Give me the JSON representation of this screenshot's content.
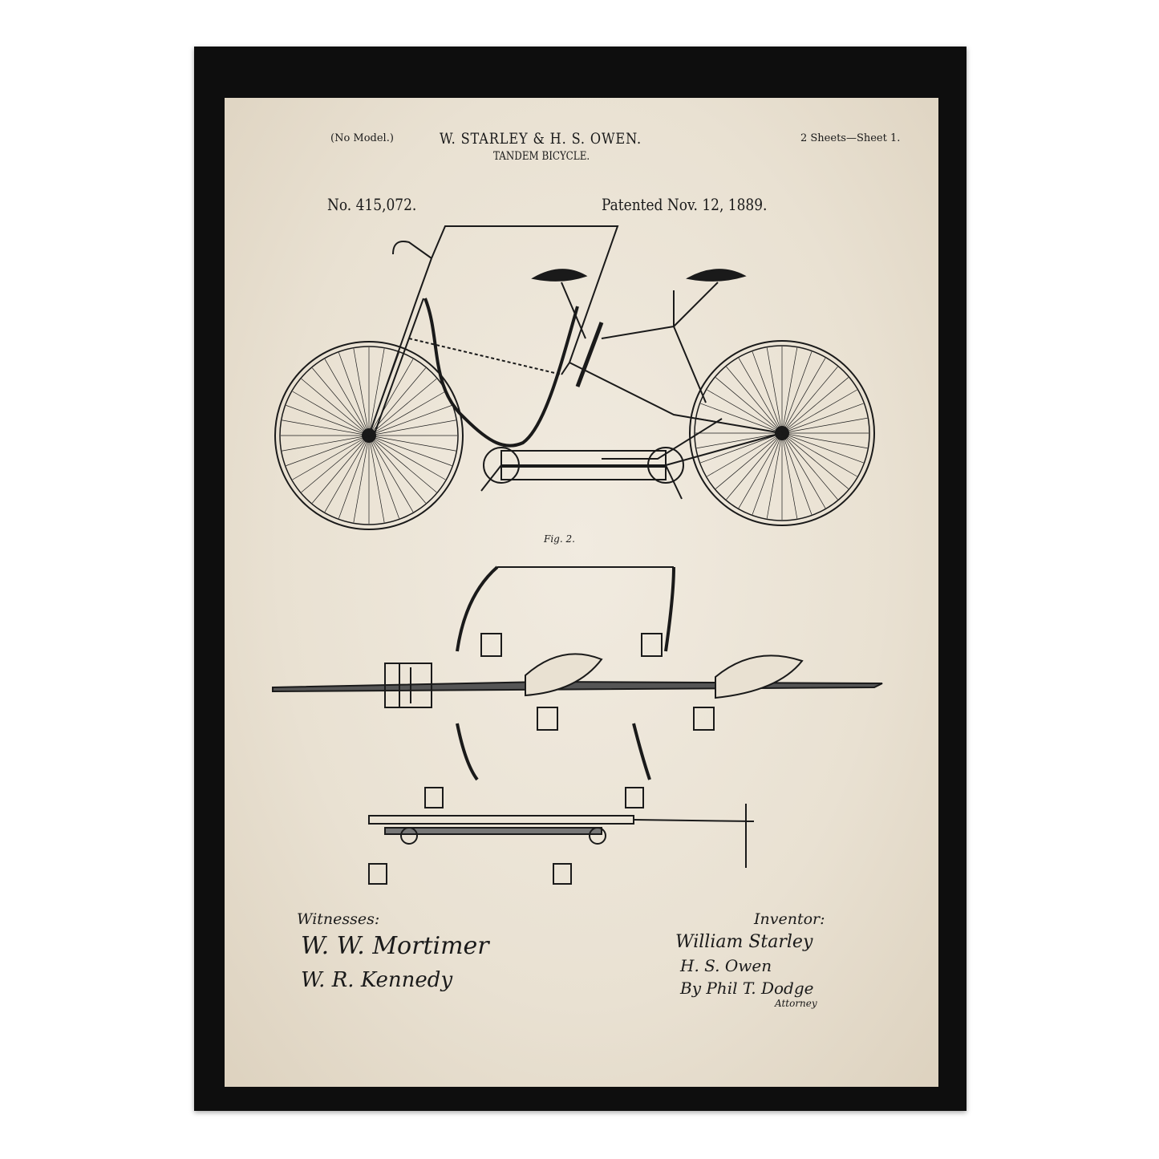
{
  "header": {
    "model_note": "(No Model.)",
    "sheets": "2 Sheets—Sheet 1.",
    "inventors": "W. STARLEY & H. S. OWEN.",
    "title": "TANDEM BICYCLE.",
    "patent_number": "No. 415,072.",
    "patent_date": "Patented Nov. 12, 1889."
  },
  "figures": {
    "fig2_label": "Fig. 2."
  },
  "footer": {
    "witnesses_label": "Witnesses:",
    "witness_1": "W. W. Mortimer",
    "witness_2": "W. R. Kennedy",
    "inventor_label": "Inventor:",
    "inventor_1": "William Starley",
    "inventor_2": "H. S. Owen",
    "attorney": "By Phil T. Dodge",
    "attorney_label": "Attorney"
  },
  "colors": {
    "frame": "#0e0e0e",
    "paper": "#ece5d8",
    "ink": "#1a1a1a"
  }
}
